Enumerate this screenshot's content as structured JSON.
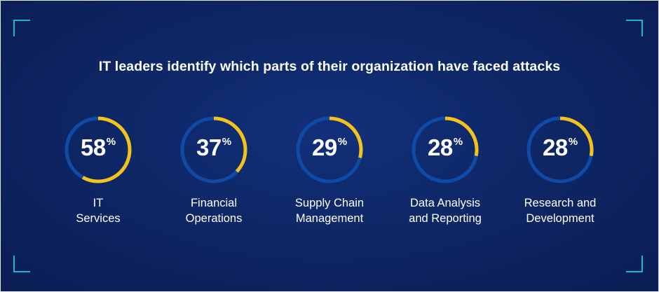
{
  "title": "IT leaders identify which parts of their organization have faced attacks",
  "colors": {
    "background": "#0e2766",
    "ring_track": "#0e4aa6",
    "ring_value": "#f5c21b",
    "corner_accent": "#1fb3d1",
    "text": "#ffffff"
  },
  "percent_symbol": "%",
  "chart_data": {
    "type": "pie",
    "style": "donut-rings",
    "title": "IT leaders identify which parts of their organization have faced attacks",
    "unit": "%",
    "categories": [
      [
        "IT",
        "Services"
      ],
      [
        "Financial",
        "Operations"
      ],
      [
        "Supply Chain",
        "Management"
      ],
      [
        "Data Analysis",
        "and Reporting"
      ],
      [
        "Research and",
        "Development"
      ]
    ],
    "values": [
      58,
      37,
      29,
      28,
      28
    ],
    "max": 100
  }
}
